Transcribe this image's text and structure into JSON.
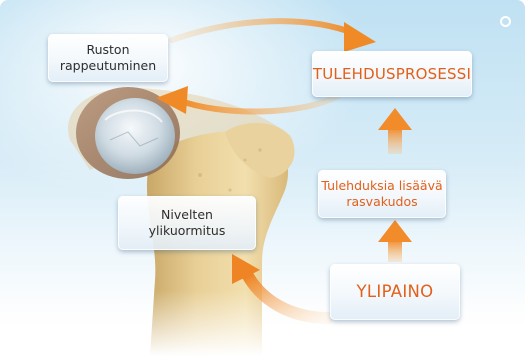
{
  "diagram": {
    "cartilage_degeneration": {
      "line1": "Ruston",
      "line2": "rappeutuminen"
    },
    "joint_overload": {
      "line1": "Nivelten",
      "line2": "ylikuormitus"
    },
    "inflammation_process": {
      "label": "TULEHDUSPROSESSI"
    },
    "inflammatory_fat": {
      "line1": "Tulehduksia lisäävä",
      "line2": "rasvakudos"
    },
    "overweight": {
      "label": "YLIPAINO"
    },
    "colors": {
      "accent_orange": "#e2601a",
      "arrow_orange": "#f39a3a",
      "text_dark": "#2d2d2d",
      "sky_blue": "#bfe1f3"
    },
    "icons": [
      "circle-icon"
    ]
  }
}
